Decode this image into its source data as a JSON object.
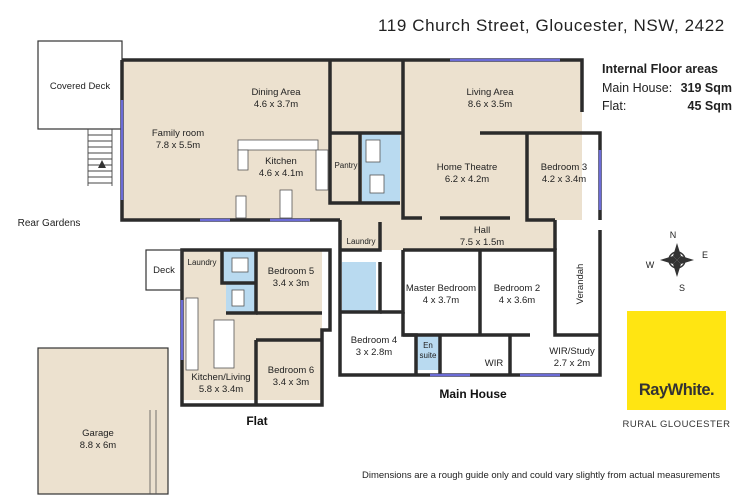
{
  "header": {
    "address": "119 Church Street, Gloucester, NSW, 2422"
  },
  "floor_areas": {
    "title": "Internal Floor areas",
    "rows": [
      {
        "label": "Main House:",
        "value": "319 Sqm"
      },
      {
        "label": "Flat:",
        "value": "45 Sqm"
      }
    ]
  },
  "rooms": {
    "covered_deck": {
      "name": "Covered Deck"
    },
    "dining": {
      "name": "Dining Area",
      "dims": "4.6 x 3.7m"
    },
    "living": {
      "name": "Living Area",
      "dims": "8.6 x 3.5m"
    },
    "family": {
      "name": "Family room",
      "dims": "7.8 x 5.5m"
    },
    "kitchen": {
      "name": "Kitchen",
      "dims": "4.6 x 4.1m"
    },
    "pantry": {
      "name": "Pantry"
    },
    "theatre": {
      "name": "Home Theatre",
      "dims": "6.2 x 4.2m"
    },
    "bedroom3": {
      "name": "Bedroom 3",
      "dims": "4.2 x 3.4m"
    },
    "hall": {
      "name": "Hall",
      "dims": "7.5 x 1.5m"
    },
    "laundry_main": {
      "name": "Laundry"
    },
    "verandah": {
      "name": "Verandah"
    },
    "master": {
      "name": "Master Bedroom",
      "dims": "4 x 3.7m"
    },
    "bedroom2": {
      "name": "Bedroom 2",
      "dims": "4 x 3.6m"
    },
    "bedroom4": {
      "name": "Bedroom 4",
      "dims": "3 x 2.8m"
    },
    "ensuite": {
      "line1": "En",
      "line2": "suite"
    },
    "wir": {
      "name": "WIR"
    },
    "wir_study": {
      "name": "WIR/Study",
      "dims": "2.7 x 2m"
    },
    "deck": {
      "name": "Deck"
    },
    "laundry_flat": {
      "name": "Laundry"
    },
    "bedroom5": {
      "name": "Bedroom 5",
      "dims": "3.4 x 3m"
    },
    "bedroom6": {
      "name": "Bedroom 6",
      "dims": "3.4 x 3m"
    },
    "kitchen_living": {
      "name": "Kitchen/Living",
      "dims": "5.8 x 3.4m"
    },
    "garage": {
      "name": "Garage",
      "dims": "8.8 x 6m"
    }
  },
  "labels": {
    "rear_gardens": "Rear Gardens",
    "main_house": "Main House",
    "flat": "Flat"
  },
  "compass": {
    "n": "N",
    "s": "S",
    "e": "E",
    "w": "W"
  },
  "branding": {
    "logo_text": "RayWhite.",
    "sub": "RURAL GLOUCESTER",
    "color": "#ffe512"
  },
  "disclaimer": "Dimensions are a rough guide only and could vary slightly from actual measurements",
  "colors": {
    "living_floor": "#ece1cf",
    "wet_area": "#b9daf0",
    "walls": "#2b2b2b"
  }
}
